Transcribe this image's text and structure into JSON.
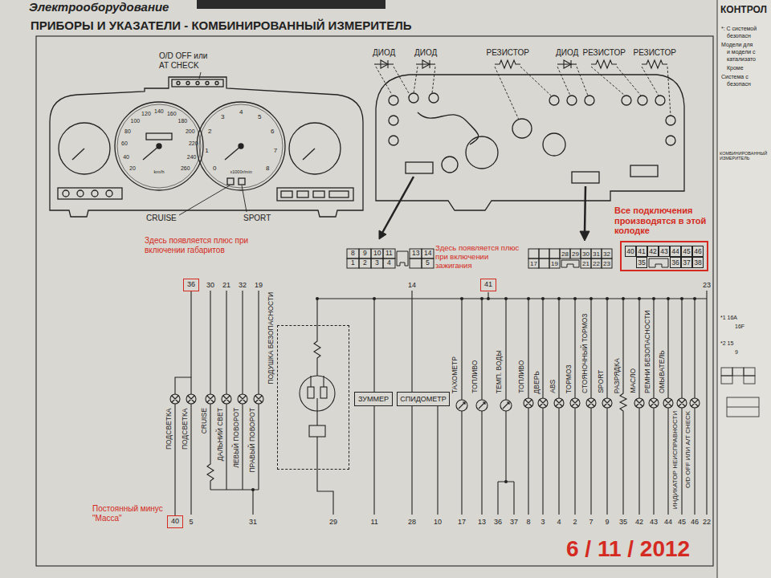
{
  "diagram": {
    "title": "ПРИБОРЫ И УКАЗАТЕЛИ - КОМБИНИРОВАННЫЙ ИЗМЕРИТЕЛЬ",
    "nodes": [
      {
        "text": [
          "40",
          "41",
          "42",
          "43",
          "44",
          "45",
          "46",
          "35",
          "36",
          "37",
          "38"
        ]
      },
      {
        "text": [
          "36"
        ]
      },
      {
        "text": [
          "41"
        ]
      },
      {
        "text": [
          "ПОДУШКА БЕЗОПАСНОСТИ"
        ]
      },
      {
        "text": [
          "ЗУММЕР"
        ]
      },
      {
        "text": [
          "СПИДОМЕТР"
        ]
      },
      {
        "text": [
          "40"
        ]
      }
    ],
    "edges": [
      {
        "from": 1,
        "to": 6,
        "arrow": "none"
      }
    ],
    "labels": [
      "Электрооборудование",
      "КОНТРОЛ",
      "*: С системой",
      "безопасн",
      "Модели для",
      "и модели с",
      "катализато",
      "Кроме",
      "Система с",
      "безопасн",
      "КОМБИНИРОВАННЫЙ ИЗМЕРИТЕЛЬ",
      "*1 16A",
      "16F",
      "*2 15",
      "9",
      "O/D OFF или AT CHECK",
      "CRUISE",
      "SPORT",
      "20",
      "40",
      "60",
      "80",
      "100",
      "120",
      "140",
      "160",
      "180",
      "200",
      "220",
      "240",
      "260",
      "km/h",
      "0",
      "1",
      "2",
      "3",
      "4",
      "5",
      "6",
      "7",
      "8",
      "x1000r/min",
      "ДИОД",
      "ДИОД",
      "РЕЗИСТОР",
      "ДИОД",
      "РЕЗИСТОР",
      "РЕЗИСТОР",
      "Все подключения производятся в этой колодке",
      "Здесь появляется плюс при включении габаритов",
      "Здесь появляется плюс при включении зажигания",
      "Постоянный минус \"Масса\"",
      "8",
      "9",
      "10",
      "11",
      "13",
      "14",
      "1",
      "2",
      "3",
      "4",
      "5",
      "28",
      "29",
      "30",
      "31",
      "32",
      "17",
      "19",
      "21",
      "22",
      "23",
      "30",
      "21",
      "32",
      "19",
      "14",
      "23",
      "ПОДСВЕТКА",
      "ПОДСВЕТКА",
      "CRUISE",
      "ДАЛЬНИЙ СВЕТ",
      "ЛЕВЫЙ ПОВОРОТ",
      "ПРАВЫЙ ПОВОРОТ",
      "ТАХОМЕТР",
      "ТОПЛИВО",
      "ТЕМП. ВОДЫ",
      "ТОПЛИВО",
      "ДВЕРЬ",
      "ABS",
      "ТОРМОЗ",
      "СТОЯНОЧНЫЙ ТОРМОЗ",
      "SPORT",
      "РАЗРЯДКА",
      "МАСЛО",
      "РЕМНИ БЕЗОПАСНОСТИ",
      "ОМЫВАТЕЛЬ",
      "ИНДИКАТОР НЕИСПРАВНОСТИ",
      "O/D OFF ИЛИ A/T CHECK",
      "5",
      "31",
      "29",
      "11",
      "28",
      "10",
      "17",
      "13",
      "36",
      "37",
      "8",
      "3",
      "4",
      "2",
      "7",
      "9",
      "35",
      "42",
      "43",
      "44",
      "45",
      "46",
      "22",
      "6 / 11 / 2012"
    ]
  }
}
